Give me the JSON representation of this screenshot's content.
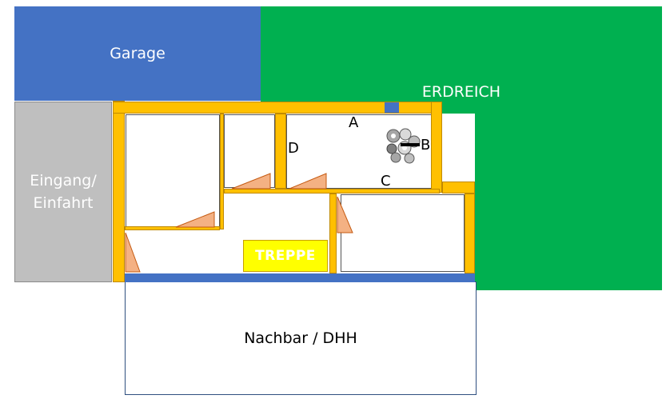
{
  "zones": {
    "garage": "Garage",
    "erdreich": "ERDREICH",
    "eingang_line1": "Eingang/",
    "eingang_line2": "Einfahrt",
    "nachbar": "Nachbar / DHH",
    "treppe": "TREPPE"
  },
  "markers": {
    "a": "A",
    "b": "B",
    "c": "C",
    "d": "D"
  },
  "colors": {
    "garage": "#4472c4",
    "erdreich": "#00b050",
    "eingang": "#bfbfbf",
    "wall": "#ffc000",
    "door": "#f4b183",
    "treppe": "#ffff00"
  },
  "icons": {
    "equipment": "washing-machine-cluster-icon"
  }
}
